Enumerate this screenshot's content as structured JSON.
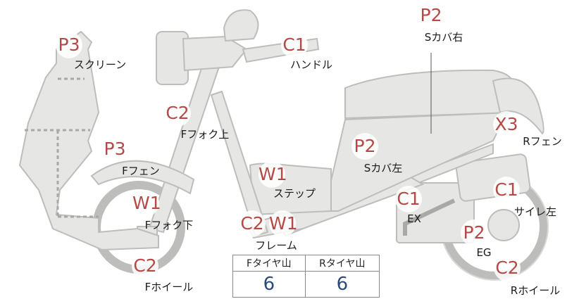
{
  "parts": [
    {
      "id": "screen",
      "code": "P3",
      "label": "スクリーン"
    },
    {
      "id": "front-fender",
      "code": "P3",
      "label": "Fフェン"
    },
    {
      "id": "front-fork-lower",
      "code": "W1",
      "label": "Fフォク下"
    },
    {
      "id": "front-wheel",
      "code": "C2",
      "label": "Fホイール"
    },
    {
      "id": "front-fork-upper",
      "code": "C2",
      "label": "Fフォク上"
    },
    {
      "id": "handle",
      "code": "C1",
      "label": "ハンドル"
    },
    {
      "id": "step",
      "code": "W1",
      "label": "ステップ"
    },
    {
      "id": "frame",
      "code": "C2",
      "code2": "W1",
      "label": "フレーム"
    },
    {
      "id": "cover-right",
      "code": "P2",
      "label": "Sカバ右"
    },
    {
      "id": "cover-left",
      "code": "P2",
      "label": "Sカバ左"
    },
    {
      "id": "rear-fender",
      "code": "X3",
      "label": "Rフェン"
    },
    {
      "id": "exhaust",
      "code": "C1",
      "label": "EX"
    },
    {
      "id": "muffler-left",
      "code": "C1",
      "label": "サイレ左"
    },
    {
      "id": "engine",
      "code": "P2",
      "label": "EG"
    },
    {
      "id": "rear-wheel",
      "code": "C2",
      "label": "Rホイール"
    }
  ],
  "tread_table": {
    "front_label": "Fタイヤ山",
    "rear_label": "Rタイヤ山",
    "front_value": "6",
    "rear_value": "6"
  },
  "colors": {
    "body_fill": "#e6e6e4",
    "body_stroke": "#bdbdbb",
    "code_text": "#b44a48",
    "value_text": "#2c4a78"
  }
}
